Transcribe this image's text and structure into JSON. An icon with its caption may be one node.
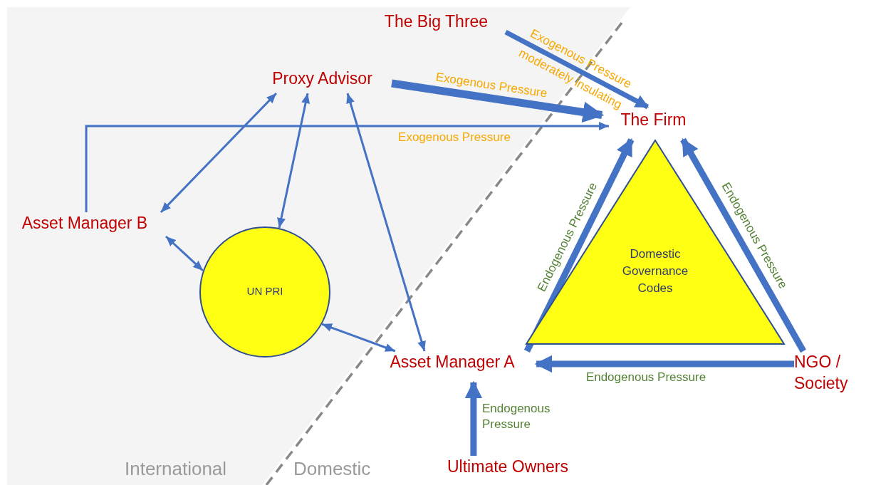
{
  "diagram": {
    "nodes": [
      {
        "text": [
          "The Big Three"
        ]
      },
      {
        "text": [
          "Proxy Advisor"
        ]
      },
      {
        "text": [
          "The Firm"
        ]
      },
      {
        "text": [
          "Asset Manager B"
        ]
      },
      {
        "text": [
          "UN PRI"
        ]
      },
      {
        "text": [
          "Domestic Governance Codes"
        ]
      },
      {
        "text": [
          "Asset Manager A"
        ]
      },
      {
        "text": [
          "NGO / Society"
        ]
      },
      {
        "text": [
          "Ultimate Owners"
        ]
      }
    ],
    "edges": [
      {
        "from": 0,
        "to": 2,
        "arrow": "to",
        "style": "thick",
        "label": "Exogenous Pressure moderately insulating"
      },
      {
        "from": 1,
        "to": 2,
        "arrow": "to",
        "style": "thick",
        "label": "Exogenous Pressure"
      },
      {
        "from": 3,
        "to": 2,
        "arrow": "to",
        "label": "Exogenous Pressure"
      },
      {
        "from": 3,
        "to": 1,
        "arrow": "both"
      },
      {
        "from": 1,
        "to": 4,
        "arrow": "both"
      },
      {
        "from": 1,
        "to": 6,
        "arrow": "both"
      },
      {
        "from": 3,
        "to": 4,
        "arrow": "both"
      },
      {
        "from": 4,
        "to": 6,
        "arrow": "both"
      },
      {
        "from": 6,
        "to": 2,
        "arrow": "to",
        "style": "thick",
        "label": "Endogenous Pressure"
      },
      {
        "from": 7,
        "to": 2,
        "arrow": "to",
        "style": "thick",
        "label": "Endogenous Pressure"
      },
      {
        "from": 7,
        "to": 6,
        "arrow": "to",
        "style": "thick",
        "label": "Endogenous Pressure"
      },
      {
        "from": 8,
        "to": 6,
        "arrow": "to",
        "style": "thick",
        "label": "Endogenous Pressure"
      }
    ],
    "labels": [
      "International",
      "Domestic"
    ]
  }
}
